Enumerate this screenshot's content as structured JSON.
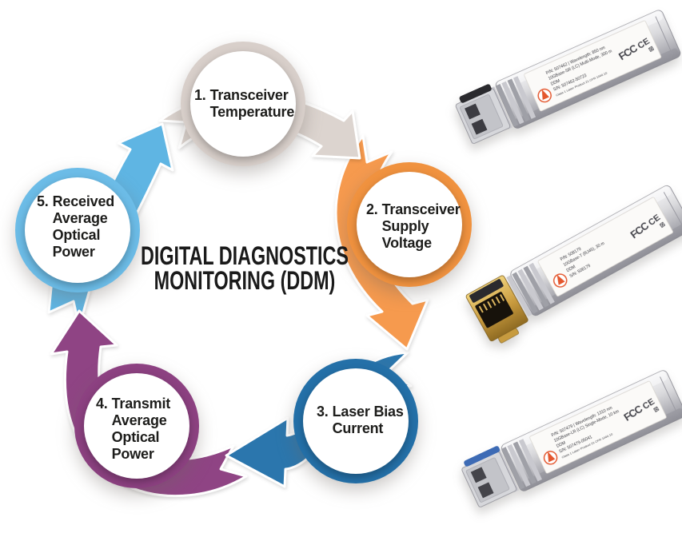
{
  "background": "#ffffff",
  "title": {
    "line1": "DIGITAL DIAGNOSTICS",
    "line2": "MONITORING (DDM)"
  },
  "nodes": [
    {
      "num": "1.",
      "lines": [
        "Transceiver",
        "Temperature"
      ],
      "ring_color": "#D8CFCA",
      "arrow_color": "#DCD4CF"
    },
    {
      "num": "2.",
      "lines": [
        "Transceiver",
        "Supply",
        "Voltage"
      ],
      "ring_color": "#F0923F",
      "arrow_color": "#F69A4E"
    },
    {
      "num": "3.",
      "lines": [
        "Laser Bias",
        "Current"
      ],
      "ring_color": "#2470A8",
      "arrow_color": "#2B76AD"
    },
    {
      "num": "4.",
      "lines": [
        "Transmit",
        "Average",
        "Optical",
        "Power"
      ],
      "ring_color": "#8C4181",
      "arrow_color": "#8F4484"
    },
    {
      "num": "5.",
      "lines": [
        "Received",
        "Average",
        "Optical",
        "Power"
      ],
      "ring_color": "#6CBCE7",
      "arrow_color": "#5FB5E3"
    }
  ],
  "modules": [
    {
      "alt": "10G SFP+ fiber transceiver, LC duplex, black latch",
      "label_lines": [
        "P/N: 507462 | Wavelength: 850 nm",
        "10GBase-SR (LC) Multi-Mode, 300 m",
        "DDM",
        "S/N: 507462-50723",
        "Class 1 Laser Product 21 CFR 1040.10"
      ],
      "marks": {
        "fcc": "FCC",
        "ce": "CE",
        "weee": "☒"
      }
    },
    {
      "alt": "10G SFP+ copper transceiver, gold RJ45 jack",
      "label_lines": [
        "P/N: 508179",
        "10GBase-T (RJ45), 30 m",
        "DDM",
        "S/N: 508179"
      ],
      "marks": {
        "fcc": "FCC",
        "ce": "CE",
        "weee": "☒"
      }
    },
    {
      "alt": "10G SFP+ fiber transceiver, LC duplex, blue bail",
      "label_lines": [
        "P/N: 507479 | Wavelength: 1310 nm",
        "10GBase-LR (LC) Single-Mode, 10 km",
        "DDM",
        "S/N: 507479-05041",
        "Class 1 Laser Product 21 CFR 1040.10"
      ],
      "marks": {
        "fcc": "FCC",
        "ce": "CE",
        "weee": "☒"
      }
    }
  ]
}
